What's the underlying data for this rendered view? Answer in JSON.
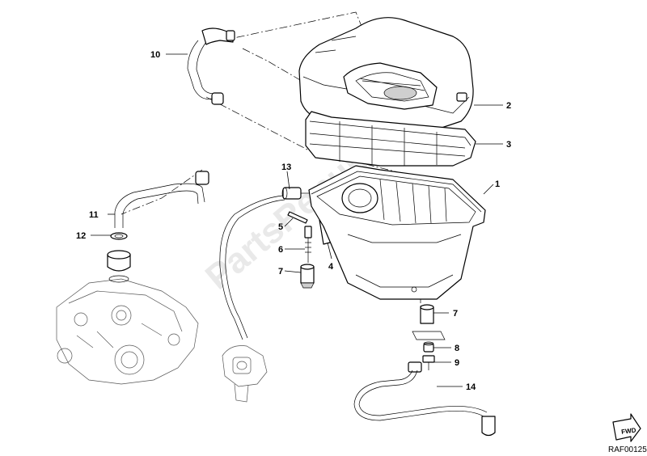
{
  "diagram": {
    "watermark": "PartsRepublik",
    "drawing_code": "RAF00125",
    "fwd_label": "FWD",
    "callouts": {
      "c1": "1",
      "c2": "2",
      "c3": "3",
      "c4": "4",
      "c5": "5",
      "c6": "6",
      "c7a": "7",
      "c7b": "7",
      "c8": "8",
      "c9": "9",
      "c10": "10",
      "c11": "11",
      "c12": "12",
      "c13": "13",
      "c14": "14"
    }
  }
}
